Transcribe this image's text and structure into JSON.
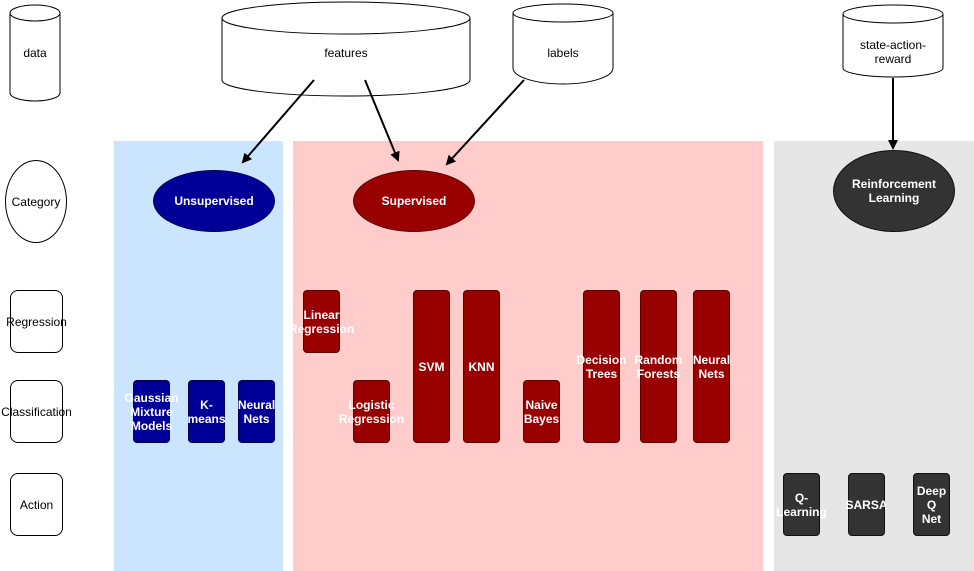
{
  "rows": {
    "data": "data",
    "category": "Category",
    "regression": "Regression",
    "classification": "Classification",
    "action": "Action"
  },
  "data_sources": {
    "features": "features",
    "labels": "labels",
    "state": "state-action-\nreward"
  },
  "categories": {
    "unsupervised": "Unsupervised",
    "supervised": "Supervised",
    "reinforcement": "Reinforcement\nLearning"
  },
  "algorithms": {
    "gmm": "Gaussian\nMixture\nModels",
    "kmeans": "K-\nmeans",
    "nn_unsup": "Neural\nNets",
    "linear": "Linear\nRegression",
    "logistic": "Logistic\nRegression",
    "svm": "SVM",
    "knn": "KNN",
    "naive": "Naive\nBayes",
    "dtrees": "Decision\nTrees",
    "rforest": "Random\nForests",
    "nn_sup": "Neural\nNets",
    "qlearn": "Q-\nLearning",
    "sarsa": "SARSA",
    "dqn": "Deep\nQ\nNet"
  },
  "colors": {
    "unsupervised_panel": "#cce5ff",
    "supervised_panel": "#ffcccc",
    "reinforcement_panel": "#e6e6e6",
    "unsupervised_node": "#000099",
    "supervised_node": "#990000",
    "reinforcement_node": "#333333"
  }
}
